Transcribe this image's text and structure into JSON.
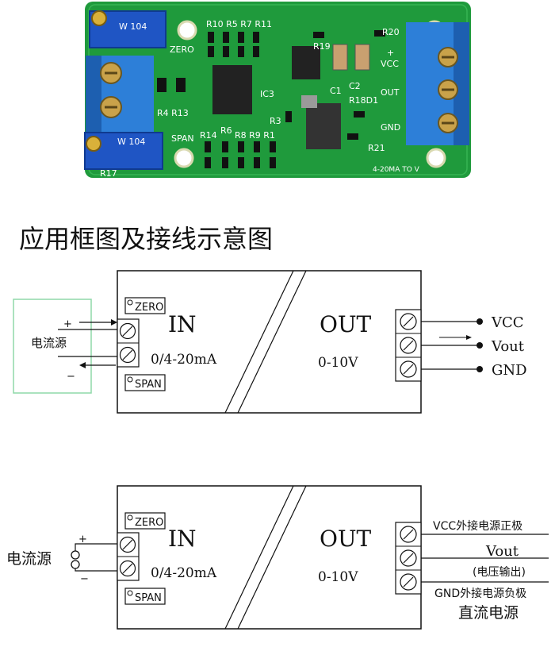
{
  "section_title": "应用框图及接线示意图",
  "pcb": {
    "labels": [
      "R10 R5 R7 R11",
      "ZERO",
      "R19",
      "R20",
      "VCC",
      "C1",
      "C2",
      "OUT",
      "R18D1",
      "IC3",
      "R3",
      "R4 R13",
      "SPAN",
      "R14",
      "R6",
      "R8 R9 R1",
      "GND",
      "R21",
      "R17",
      "4-20MA TO V",
      "W 104",
      "W 104"
    ],
    "plus_mark": "+"
  },
  "diagram1": {
    "source_label": "电流源",
    "plus": "+",
    "minus": "−",
    "zero_label": "ZERO",
    "span_label": "SPAN",
    "in_label": "IN",
    "in_range": "0/4-20mA",
    "out_label": "OUT",
    "out_range": "0-10V",
    "terminals": [
      "VCC",
      "Vout",
      "GND"
    ]
  },
  "diagram2": {
    "source_label": "电流源",
    "plus": "+",
    "minus": "−",
    "zero_label": "ZERO",
    "span_label": "SPAN",
    "in_label": "IN",
    "in_range": "0/4-20mA",
    "out_label": "OUT",
    "out_range": "0-10V",
    "vcc_note": "VCC外接电源正极",
    "vout_label": "Vout",
    "vout_note": "(电压输出)",
    "gnd_note": "GND外接电源负极",
    "dc_supply": "直流电源"
  }
}
